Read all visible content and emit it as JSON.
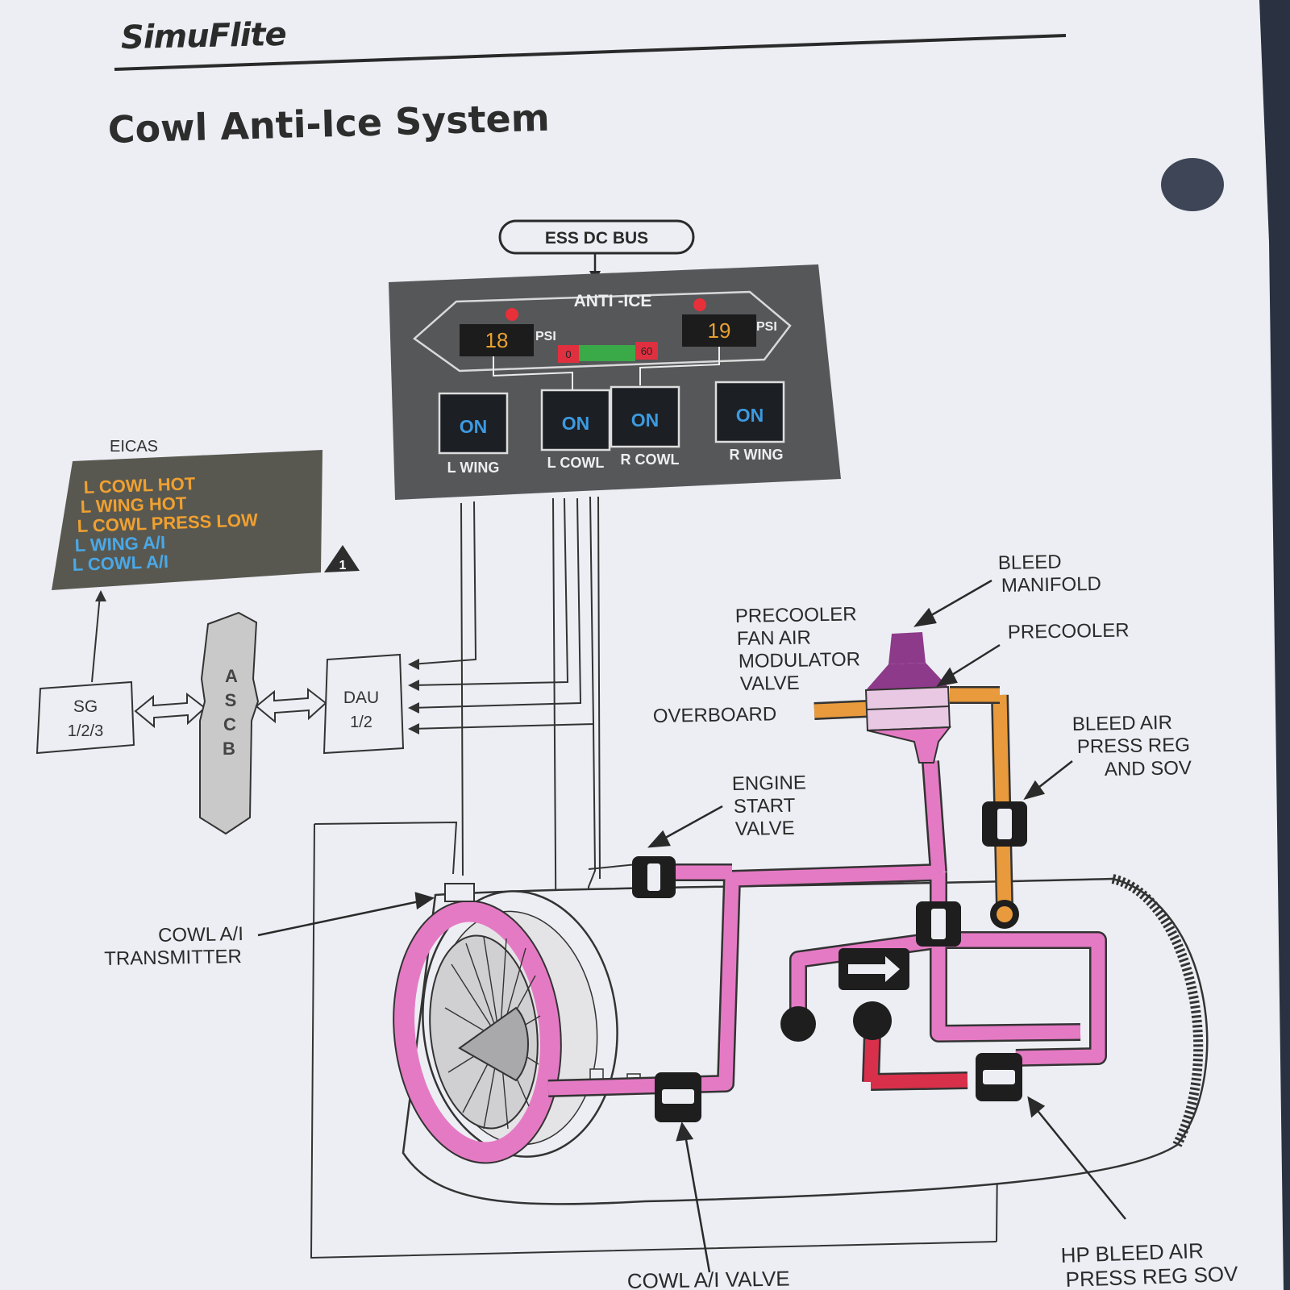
{
  "header": {
    "brand": "SimuFlite",
    "title": "Cowl Anti-Ice System"
  },
  "panel": {
    "bus_label": "ESS DC BUS",
    "title": "ANTI -ICE",
    "left_psi_value": "18",
    "right_psi_value": "19",
    "psi_unit": "PSI",
    "gauge_min": "0",
    "gauge_max": "60",
    "buttons": [
      {
        "label": "ON",
        "caption": "L WING"
      },
      {
        "label": "ON",
        "caption": "L COWL"
      },
      {
        "label": "ON",
        "caption": "R COWL"
      },
      {
        "label": "ON",
        "caption": "R WING"
      }
    ]
  },
  "eicas": {
    "title": "EICAS",
    "messages": [
      {
        "text": "L COWL HOT",
        "color": "#f0a030"
      },
      {
        "text": "L WING HOT",
        "color": "#f0a030"
      },
      {
        "text": "L COWL PRESS LOW",
        "color": "#f0a030"
      },
      {
        "text": "L WING A/I",
        "color": "#4aa8e8"
      },
      {
        "text": "L COWL A/I",
        "color": "#4aa8e8"
      }
    ],
    "note_number": "1"
  },
  "boxes": {
    "sg_line1": "SG",
    "sg_line2": "1/2/3",
    "ascb_letters": [
      "A",
      "S",
      "C",
      "B"
    ],
    "dau_line1": "DAU",
    "dau_line2": "1/2"
  },
  "labels": {
    "bleed_manifold": [
      "BLEED",
      "MANIFOLD"
    ],
    "precooler_valve": [
      "PRECOOLER",
      "FAN AIR",
      "MODULATOR",
      "VALVE"
    ],
    "precooler": "PRECOOLER",
    "overboard": "OVERBOARD",
    "bleed_air_prsov": [
      "BLEED AIR",
      "PRESS REG",
      "AND SOV"
    ],
    "engine_start_valve": [
      "ENGINE",
      "START",
      "VALVE"
    ],
    "cowl_transmitter": [
      "COWL A/I",
      "TRANSMITTER"
    ],
    "cowl_valve": "COWL A/I VALVE",
    "hp_bleed": [
      "HP BLEED AIR",
      "PRESS REG SOV"
    ]
  },
  "colors": {
    "paper": "#eceef3",
    "panel": "#555759",
    "duct_pink": "#e57ac4",
    "duct_orange": "#e89a3c",
    "duct_red": "#d8304a",
    "manifold_purple": "#8e3a8a",
    "ink": "#2a2a2a"
  }
}
